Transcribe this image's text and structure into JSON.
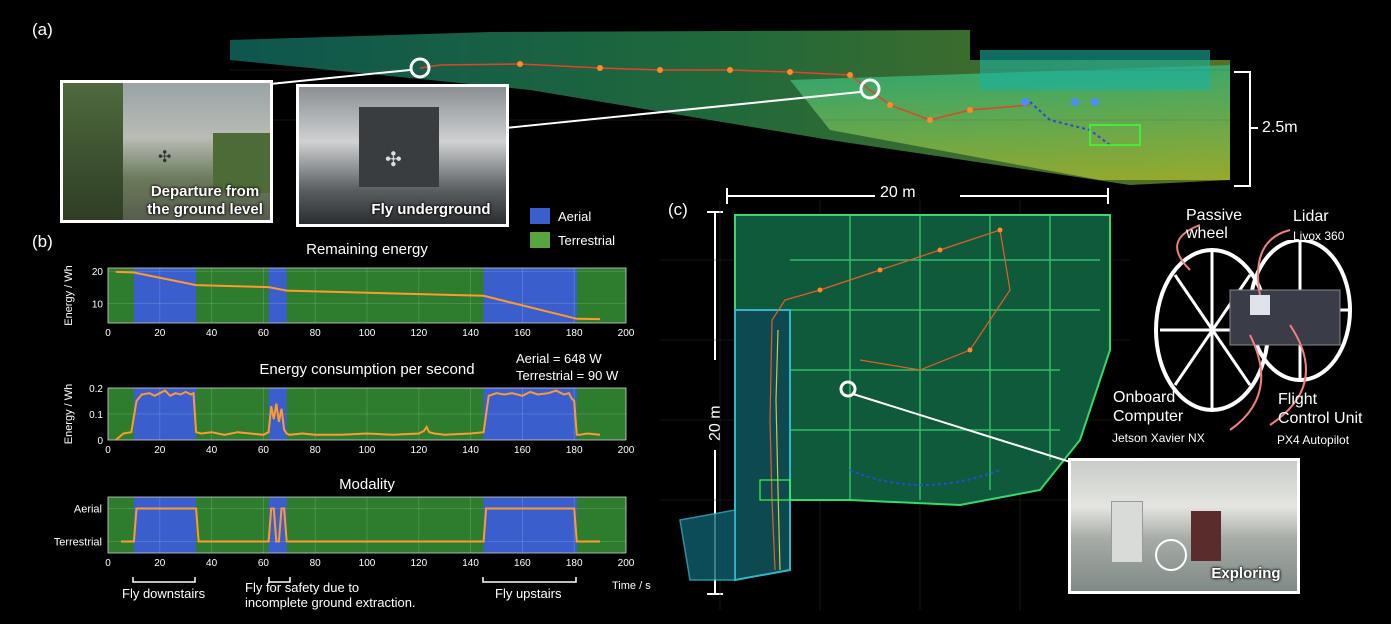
{
  "panels": {
    "a": "(a)",
    "b": "(b)",
    "c": "(c)"
  },
  "panel_a": {
    "photo1_caption": "Departure from the ground level",
    "photo2_caption": "Fly underground",
    "height_label": "2.5m"
  },
  "legend": {
    "aerial": "Aerial",
    "terrestrial": "Terrestrial",
    "aerial_color": "#3a5fcd",
    "terrestrial_color": "#4f9a3a"
  },
  "power_note": {
    "line1": "Aerial = 648 W",
    "line2": "Terrestrial = 90 W"
  },
  "annotations": {
    "fly_downstairs": "Fly downstairs",
    "fly_safety_line1": "Fly for safety due to",
    "fly_safety_line2": "incomplete ground extraction.",
    "fly_upstairs": "Fly upstairs",
    "time_label": "Time / s"
  },
  "panel_c": {
    "dim_width": "20 m",
    "dim_height": "20 m",
    "exploring": "Exploring",
    "parts": {
      "passive_wheel": "Passive wheel",
      "lidar": "Lidar",
      "lidar_sub": "Livox 360",
      "onboard_line1": "Onboard",
      "onboard_line2": "Computer",
      "onboard_sub": "Jetson Xavier NX",
      "fcu_line1": "Flight",
      "fcu_line2": "Control Unit",
      "fcu_sub": "PX4 Autopilot"
    }
  },
  "chart_data": [
    {
      "type": "line",
      "title": "Remaining energy",
      "ylabel": "Energy / Wh",
      "xlim": [
        0,
        200
      ],
      "ylim": [
        4,
        21
      ],
      "xticks": [
        0,
        20,
        40,
        60,
        80,
        100,
        120,
        140,
        160,
        180,
        200
      ],
      "yticks": [
        10,
        20
      ],
      "aerial_intervals": [
        [
          10,
          34
        ],
        [
          62,
          69
        ],
        [
          145,
          181
        ]
      ],
      "series": [
        {
          "x": [
            3,
            10,
            34,
            62,
            69,
            145,
            181,
            190
          ],
          "y": [
            19.8,
            19.6,
            15.7,
            15.1,
            14.0,
            12.4,
            5.3,
            5.2
          ]
        }
      ]
    },
    {
      "type": "line",
      "title": "Energy consumption per second",
      "ylabel": "Energy / Wh",
      "xlim": [
        0,
        200
      ],
      "ylim": [
        0,
        0.2
      ],
      "xticks": [
        0,
        20,
        40,
        60,
        80,
        100,
        120,
        140,
        160,
        180,
        200
      ],
      "yticks": [
        0,
        0.1,
        0.2
      ],
      "aerial_intervals": [
        [
          10,
          34
        ],
        [
          62,
          69
        ],
        [
          145,
          181
        ]
      ],
      "series": [
        {
          "x": [
            3,
            6,
            9,
            11,
            13,
            16,
            18,
            20,
            22,
            24,
            26,
            28,
            30,
            32,
            33,
            34,
            36,
            40,
            45,
            50,
            55,
            60,
            62,
            63,
            64,
            65,
            66,
            67,
            68,
            69,
            70,
            75,
            80,
            90,
            100,
            110,
            120,
            122,
            123,
            124,
            126,
            130,
            140,
            145,
            147,
            150,
            153,
            156,
            160,
            163,
            166,
            170,
            173,
            176,
            178,
            179,
            180,
            181,
            182,
            185,
            190
          ],
          "y": [
            0.0,
            0.025,
            0.03,
            0.15,
            0.175,
            0.18,
            0.17,
            0.18,
            0.19,
            0.17,
            0.18,
            0.175,
            0.185,
            0.175,
            0.18,
            0.03,
            0.025,
            0.03,
            0.02,
            0.03,
            0.025,
            0.02,
            0.03,
            0.13,
            0.08,
            0.14,
            0.07,
            0.12,
            0.04,
            0.025,
            0.02,
            0.025,
            0.02,
            0.02,
            0.025,
            0.02,
            0.025,
            0.035,
            0.05,
            0.03,
            0.025,
            0.02,
            0.025,
            0.03,
            0.17,
            0.18,
            0.175,
            0.18,
            0.17,
            0.185,
            0.175,
            0.18,
            0.19,
            0.175,
            0.18,
            0.16,
            0.15,
            0.02,
            0.02,
            0.025,
            0.02
          ]
        }
      ]
    },
    {
      "type": "line",
      "title": "Modality",
      "ylabel": "",
      "xlim": [
        0,
        200
      ],
      "xticks": [
        0,
        20,
        40,
        60,
        80,
        100,
        120,
        140,
        160,
        180,
        200
      ],
      "ycategories": [
        "Terrestrial",
        "Aerial"
      ],
      "aerial_intervals": [
        [
          10,
          34
        ],
        [
          62,
          69
        ],
        [
          145,
          181
        ]
      ],
      "series": [
        {
          "x": [
            5,
            10,
            11,
            34,
            35,
            62,
            63,
            64,
            65,
            66,
            67,
            68,
            69,
            145,
            146,
            180,
            181,
            190
          ],
          "y": [
            0,
            0,
            1,
            1,
            0,
            0,
            1,
            1,
            0,
            0,
            1,
            1,
            0,
            0,
            1,
            1,
            0,
            0
          ]
        }
      ]
    }
  ]
}
